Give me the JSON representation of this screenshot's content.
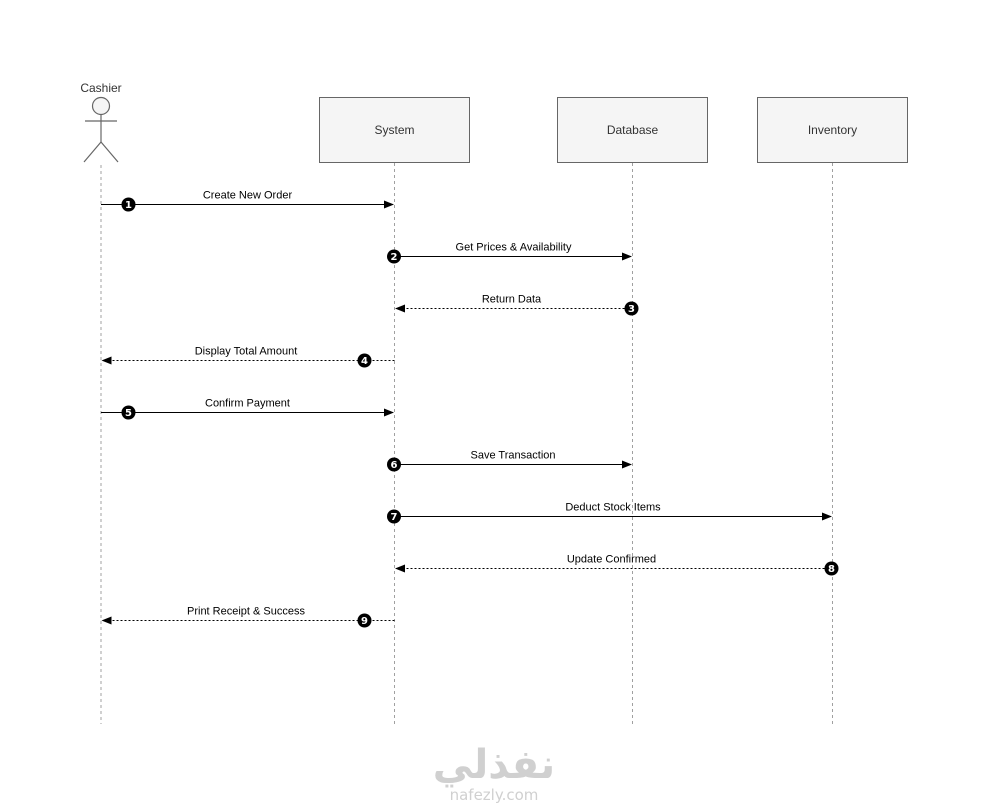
{
  "diagram": {
    "type": "sequence",
    "participants": [
      {
        "id": "cashier",
        "label": "Cashier",
        "kind": "actor"
      },
      {
        "id": "system",
        "label": "System",
        "kind": "box"
      },
      {
        "id": "database",
        "label": "Database",
        "kind": "box"
      },
      {
        "id": "inventory",
        "label": "Inventory",
        "kind": "box"
      }
    ],
    "messages": [
      {
        "n": "1",
        "label": "Create New Order",
        "from": "cashier",
        "to": "system",
        "style": "solid"
      },
      {
        "n": "2",
        "label": "Get Prices & Availability",
        "from": "system",
        "to": "database",
        "style": "solid"
      },
      {
        "n": "3",
        "label": "Return Data",
        "from": "database",
        "to": "system",
        "style": "dotted"
      },
      {
        "n": "4",
        "label": "Display Total Amount",
        "from": "system",
        "to": "cashier",
        "style": "dotted"
      },
      {
        "n": "5",
        "label": "Confirm Payment",
        "from": "cashier",
        "to": "system",
        "style": "solid"
      },
      {
        "n": "6",
        "label": "Save Transaction",
        "from": "system",
        "to": "database",
        "style": "solid"
      },
      {
        "n": "7",
        "label": "Deduct Stock Items",
        "from": "system",
        "to": "inventory",
        "style": "solid"
      },
      {
        "n": "8",
        "label": "Update Confirmed",
        "from": "inventory",
        "to": "system",
        "style": "dotted"
      },
      {
        "n": "9",
        "label": "Print Receipt & Success",
        "from": "system",
        "to": "cashier",
        "style": "dotted"
      }
    ]
  },
  "watermark": {
    "arabic": "نفذلي",
    "site": "nafezly.com"
  },
  "colors": {
    "box_fill": "#f5f5f5",
    "box_stroke": "#666666",
    "lifeline": "#a0a0a0",
    "arrow": "#000000",
    "badge": "#000000",
    "watermark": "#d0d0d0"
  }
}
